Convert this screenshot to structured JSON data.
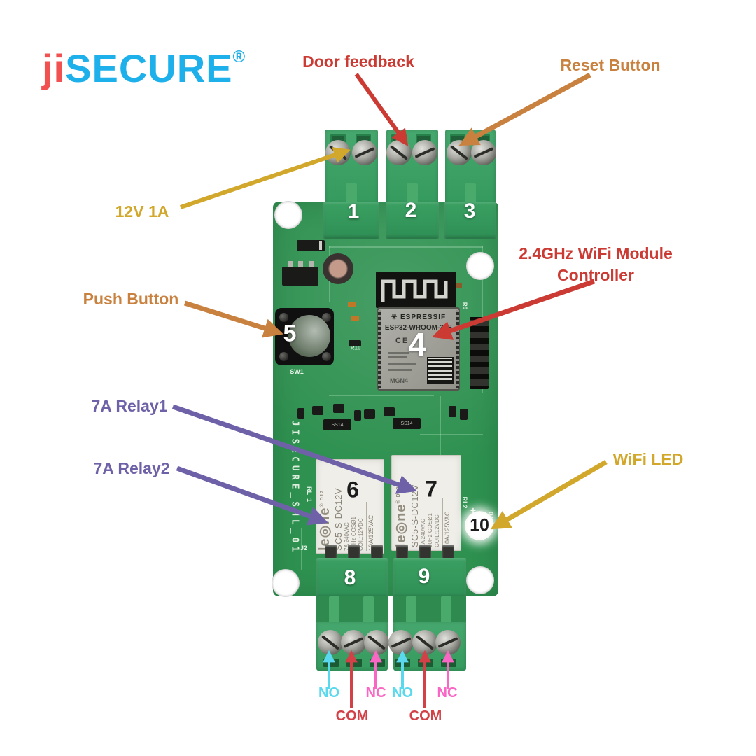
{
  "logo": {
    "prefix": "ji",
    "name": "SECURE",
    "registered": "®"
  },
  "labels": {
    "power": "12V 1A",
    "door_feedback": "Door feedback",
    "reset_button": "Reset Button",
    "push_button": "Push Button",
    "wifi_module": [
      "2.4GHz WiFi Module",
      "Controller"
    ],
    "relay1": "7A Relay1",
    "relay2": "7A Relay2",
    "wifi_led": "WiFi LED",
    "terminals": {
      "no": "NO",
      "com": "COM",
      "nc": "NC"
    }
  },
  "callouts": [
    "1",
    "2",
    "3",
    "4",
    "5",
    "6",
    "7",
    "8",
    "9",
    "10"
  ],
  "board": {
    "silkscreen": {
      "board_id": "JISECURE_SHL_01",
      "switch": "SW1",
      "relay1_ref": "RL_1",
      "relay2_ref": "RL2",
      "led_diode": "D4",
      "plus": "+",
      "connector": "J2",
      "resistor": "R10",
      "resistor2": "R6",
      "diode_mark": "SS14"
    },
    "esp32": {
      "logo_mark": "✳",
      "brand": "ESPRESSIF",
      "model": "ESP32-WROOM-32E",
      "ce": "CE",
      "code": "MGN4"
    },
    "relay": {
      "brand": "le◎ne",
      "reg": "® D12",
      "model": "SC5-S-DC12V",
      "spec1": "7A 240VAC",
      "spec2": "50Hz COSØ1",
      "spec3": "COIL:12VDC",
      "rating": "10A/125VAC"
    }
  },
  "colors": {
    "logo_red": "#f25151",
    "logo_blue": "#1db0ea",
    "red": "#cb3b34",
    "orange": "#c9813f",
    "gold": "#d2a82c",
    "purple": "#6f61a8",
    "cyan": "#59d8ee",
    "crimson": "#d24148",
    "pink": "#f966c4",
    "pcb_green": "#2e9150",
    "terminal_green": "#3aa062"
  }
}
